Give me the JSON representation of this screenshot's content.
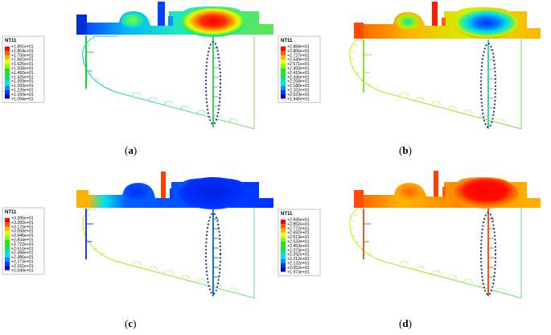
{
  "legend_variable": "NT11",
  "palette": [
    "#ff0000",
    "#ff5a00",
    "#ffb400",
    "#e6ff00",
    "#8cff00",
    "#1ee61e",
    "#00e696",
    "#00e6e6",
    "#0096ff",
    "#003cff",
    "#0000d2"
  ],
  "panels": [
    {
      "caption_letter": "a",
      "legend_values": [
        "+1.891e+01",
        "+1.854e+01",
        "+1.750e+01",
        "+1.681e+01",
        "+1.625e+01",
        "+1.558e+01",
        "+1.492e+01",
        "+1.426e+01",
        "+1.359e+01",
        "+1.293e+01",
        "+1.226e+01",
        "+1.160e+01",
        "+1.094e+01"
      ]
    },
    {
      "caption_letter": "b",
      "legend_values": [
        "+2.884e+01",
        "+2.806e+01",
        "+2.727e+01",
        "+2.649e+01",
        "+2.571e+01",
        "+2.493e+01",
        "+2.415e+01",
        "+2.336e+01",
        "+2.258e+01",
        "+2.180e+01",
        "+2.102e+01",
        "+2.023e+01",
        "+1.945e+01"
      ]
    },
    {
      "caption_letter": "c",
      "legend_values": [
        "+3.395e+01",
        "+3.282e+01",
        "+3.170e+01",
        "+3.058e+01",
        "+2.946e+01",
        "+2.834e+01",
        "+2.722e+01",
        "+2.610e+01",
        "+2.498e+01",
        "+2.386e+01",
        "+2.273e+01",
        "+2.161e+01",
        "+2.049e+01"
      ]
    },
    {
      "caption_letter": "d",
      "legend_values": [
        "+2.935e+01",
        "+2.852e+01",
        "+2.772e+01",
        "+2.692e+01",
        "+2.613e+01",
        "+2.533e+01",
        "+2.453e+01",
        "+2.373e+01",
        "+2.292e+01",
        "+2.212e+01",
        "+2.132e+01",
        "+2.052e+01",
        "+1.973e+01"
      ]
    }
  ]
}
